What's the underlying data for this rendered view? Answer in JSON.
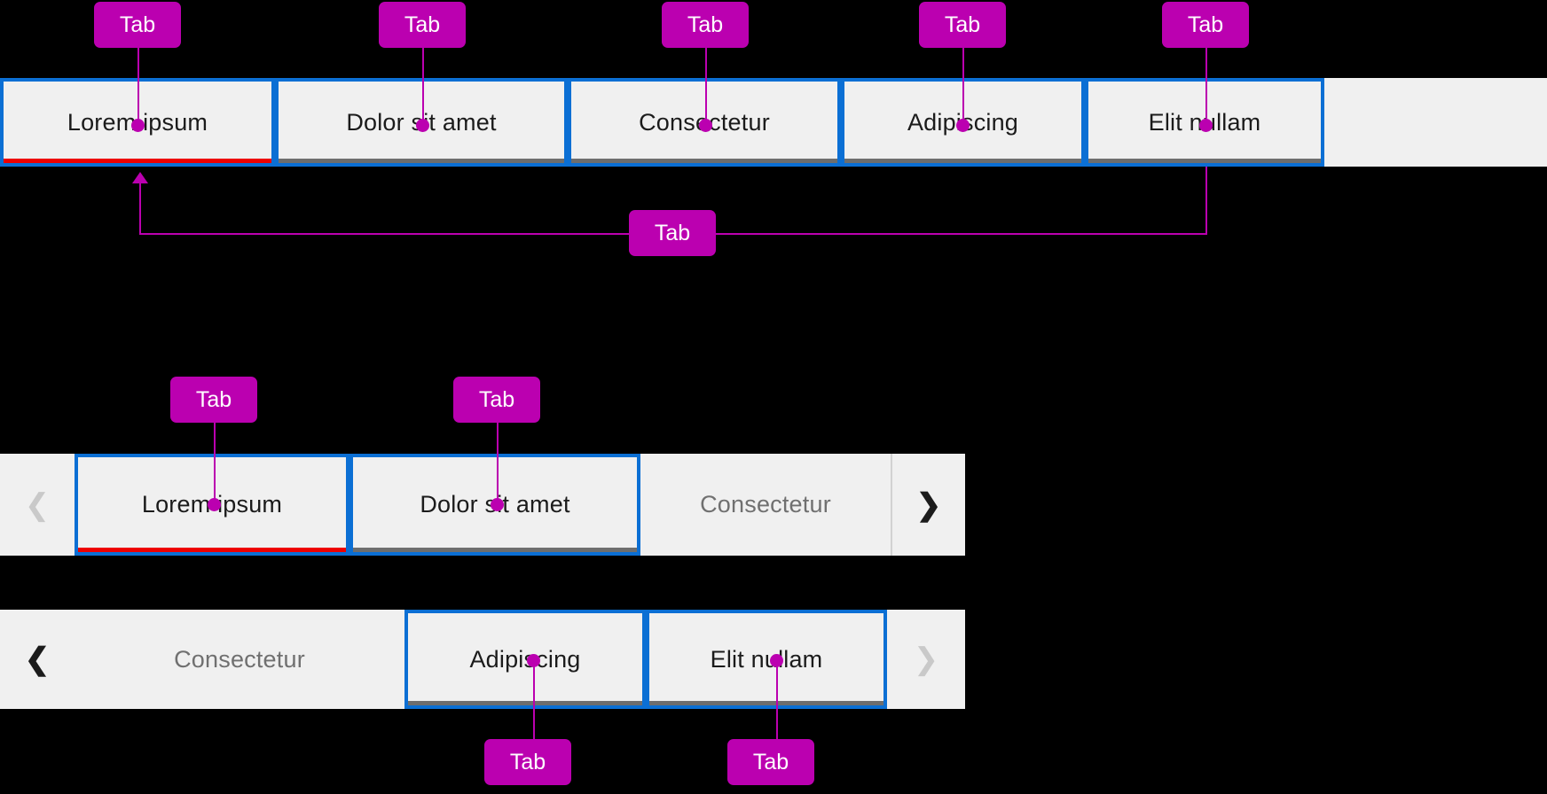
{
  "annotation": {
    "label": "Tab",
    "color": "#bb00b0"
  },
  "colors": {
    "background": "#000000",
    "strip_background": "#f0f0f0",
    "focus_ring": "#0b6fd4",
    "active_indicator": "#ee0000",
    "inactive_indicator": "#6e6e6e",
    "annotation": "#bb00b0",
    "disabled_text": "#707070",
    "disabled_chevron": "#c9c9c9"
  },
  "strip_full": {
    "name": "full-width-tab-bar",
    "tabs": [
      {
        "label": "Lorem ipsum",
        "state": "active",
        "indicator": "red"
      },
      {
        "label": "Dolor sit amet",
        "state": "inactive",
        "indicator": "gray"
      },
      {
        "label": "Consectetur",
        "state": "inactive",
        "indicator": "gray"
      },
      {
        "label": "Adipiscing",
        "state": "inactive",
        "indicator": "gray"
      },
      {
        "label": "Elit nullam",
        "state": "inactive",
        "indicator": "gray"
      }
    ],
    "annotations": [
      "Tab",
      "Tab",
      "Tab",
      "Tab",
      "Tab",
      "Tab"
    ]
  },
  "strip_scroll_start": {
    "name": "scrollable-tab-bar-start",
    "prev_icon": "chevron-left-icon",
    "next_icon": "chevron-right-icon",
    "prev_enabled": false,
    "next_enabled": true,
    "tabs": [
      {
        "label": "Lorem ipsum",
        "state": "active",
        "indicator": "red"
      },
      {
        "label": "Dolor sit amet",
        "state": "inactive",
        "indicator": "gray"
      },
      {
        "label": "Consectetur",
        "state": "dimmed",
        "indicator": "none"
      }
    ],
    "annotations": [
      "Tab",
      "Tab"
    ]
  },
  "strip_scroll_end": {
    "name": "scrollable-tab-bar-end",
    "prev_icon": "chevron-left-icon",
    "next_icon": "chevron-right-icon",
    "prev_enabled": true,
    "next_enabled": false,
    "tabs": [
      {
        "label": "Consectetur",
        "state": "dimmed",
        "indicator": "none"
      },
      {
        "label": "Adipiscing",
        "state": "inactive",
        "indicator": "gray"
      },
      {
        "label": "Elit nullam",
        "state": "inactive",
        "indicator": "gray"
      }
    ],
    "annotations": [
      "Tab",
      "Tab"
    ]
  }
}
